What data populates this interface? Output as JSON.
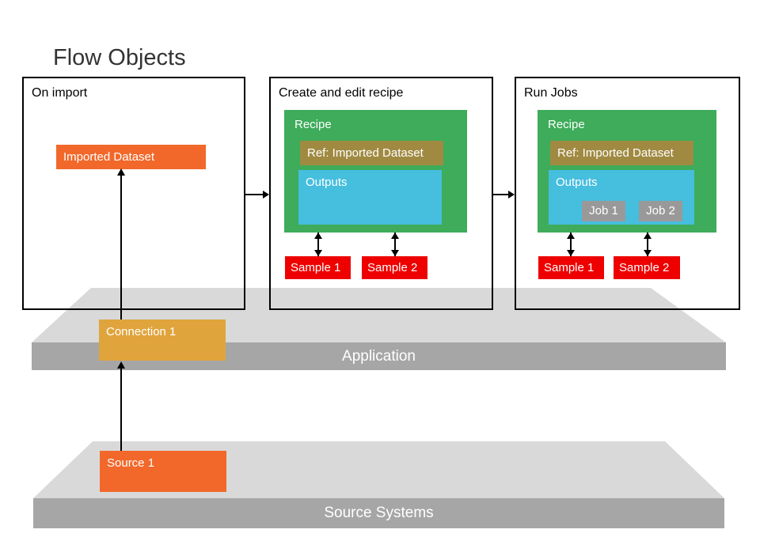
{
  "title": "Flow Objects",
  "panels": [
    {
      "label": "On import",
      "dataset_label": "Imported Dataset"
    },
    {
      "label": "Create and edit recipe",
      "recipe": {
        "label": "Recipe",
        "ref_label": "Ref: Imported Dataset",
        "outputs_label": "Outputs"
      },
      "samples": [
        "Sample 1",
        "Sample 2"
      ]
    },
    {
      "label": "Run Jobs",
      "recipe": {
        "label": "Recipe",
        "ref_label": "Ref: Imported Dataset",
        "outputs_label": "Outputs",
        "jobs": [
          "Job 1",
          "Job 2"
        ]
      },
      "samples": [
        "Sample 1",
        "Sample 2"
      ]
    }
  ],
  "platforms": {
    "application": {
      "label": "Application",
      "connection_label": "Connection 1"
    },
    "source_systems": {
      "label": "Source Systems",
      "source_label": "Source 1"
    }
  },
  "colors": {
    "orange": "#F2682A",
    "gold": "#E0A43C",
    "green": "#3EAC5A",
    "khaki": "#A08A42",
    "cyan": "#46BEDE",
    "red": "#EE0000",
    "job_gray": "#999999",
    "platform_top_gray": "#D9D9D9",
    "platform_front_gray": "#A6A6A6",
    "title_text": "#333333"
  }
}
